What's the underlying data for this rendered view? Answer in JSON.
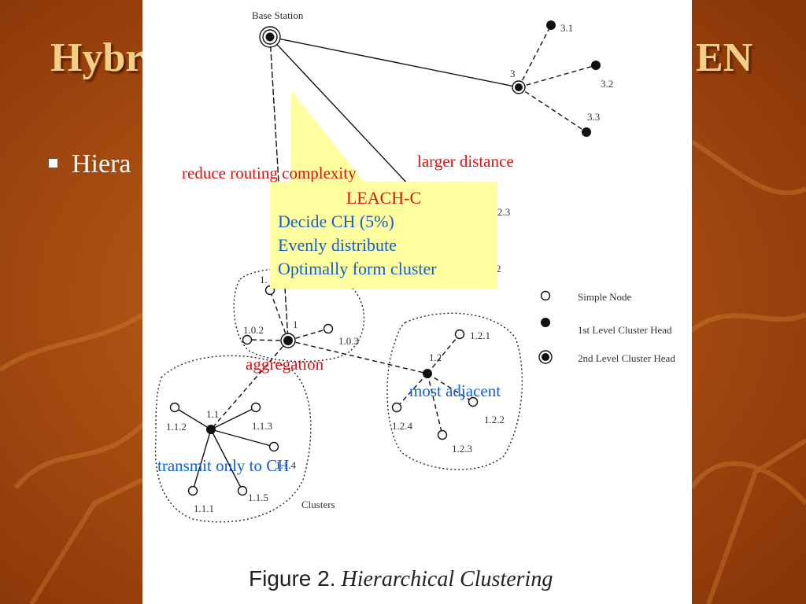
{
  "slide": {
    "title_left": "Hybr",
    "title_right": "EN",
    "bullet_text": "Hiera"
  },
  "diagram": {
    "base_station_label": "Base Station",
    "node_labels": {
      "n3": "3",
      "n3_1": "3.1",
      "n3_2": "3.2",
      "n3_3": "3.3",
      "n2_3": "2.3",
      "n2_2": "2",
      "n1": "1",
      "n1_0": "1.",
      "n1_0_2": "1.0.2",
      "n1_0_3": "1.0.3",
      "n1_1": "1.1",
      "n1_1_1": "1.1.1",
      "n1_1_2": "1.1.2",
      "n1_1_3": "1.1.3",
      "n1_1_4": "1.1.4",
      "n1_1_5": "1.1.5",
      "n1_2": "1.2",
      "n1_2_1": "1.2.1",
      "n1_2_2": "1.2.2",
      "n1_2_3": "1.2.3",
      "n1_2_4": "1.2.4",
      "clusters": "Clusters"
    },
    "legend": {
      "simple_node": "Simple Node",
      "first_level": "1st Level Cluster Head",
      "second_level": "2nd Level Cluster Head"
    }
  },
  "annotations": {
    "reduce_routing": "reduce routing complexity",
    "larger_distance": "larger distance",
    "aggregation": "aggregation",
    "most_adjacent": "most adjacent",
    "transmit_only": "transmit only to CH"
  },
  "callout": {
    "title": "LEACH-C",
    "lines": [
      "Decide CH (5%)",
      "Evenly distribute",
      "Optimally form cluster"
    ]
  },
  "caption": {
    "label": "Figure 2.",
    "text": "Hierarchical Clustering"
  },
  "colors": {
    "slide_bg": "#a8480f",
    "title": "#f2cf84",
    "annot_red": "#e01010",
    "annot_blue": "#1060d0",
    "callout_bg": "#ffffa0"
  }
}
